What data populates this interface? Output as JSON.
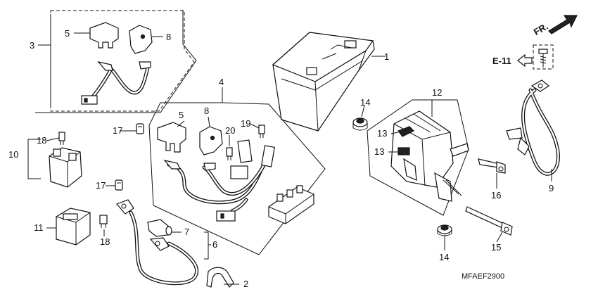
{
  "callouts": {
    "c1": "1",
    "c2": "2",
    "c3": "3",
    "c4": "4",
    "c5a": "5",
    "c5b": "5",
    "c6": "6",
    "c7": "7",
    "c8a": "8",
    "c8b": "8",
    "c9": "9",
    "c10": "10",
    "c11": "11",
    "c12": "12",
    "c13a": "13",
    "c13b": "13",
    "c14a": "14",
    "c14b": "14",
    "c15": "15",
    "c16": "16",
    "c17a": "17",
    "c17b": "17",
    "c18a": "18",
    "c18b": "18",
    "c19": "19",
    "c20": "20"
  },
  "direction_label": "FR.",
  "reference_label": "E-11",
  "diagram_code": "MFAEF2900"
}
